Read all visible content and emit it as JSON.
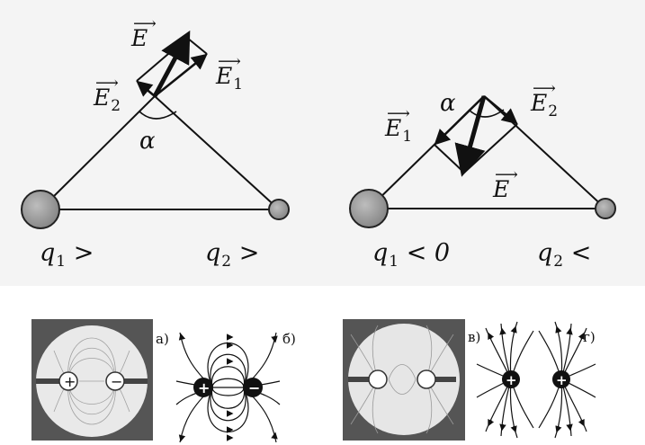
{
  "top_left": {
    "vector_total": "E",
    "vector_1": "E",
    "vector_1_sub": "1",
    "vector_2": "E",
    "vector_2_sub": "2",
    "angle": "α",
    "charge_1": "q",
    "charge_1_sub": "1",
    "charge_1_sign": " >",
    "charge_2": "q",
    "charge_2_sub": "2",
    "charge_2_sign": " >"
  },
  "top_right": {
    "vector_total": "E",
    "vector_1": "E",
    "vector_1_sub": "1",
    "vector_2": "E",
    "vector_2_sub": "2",
    "angle": "α",
    "charge_1": "q",
    "charge_1_sub": "1",
    "charge_1_sign": " < 0",
    "charge_2": "q",
    "charge_2_sub": "2",
    "charge_2_sign": " <"
  },
  "bottom": {
    "panel_a": "а)",
    "panel_b": "б)",
    "panel_v": "в)",
    "panel_g": "г)",
    "plus_sign": "+",
    "minus_sign": "−"
  },
  "colors": {
    "ink": "#111111",
    "charge_fill": "#9a9a9a",
    "photo_frame": "#555555",
    "photo_disc": "#e8e8e8"
  },
  "icons": [
    "vector-arrow-icon"
  ]
}
